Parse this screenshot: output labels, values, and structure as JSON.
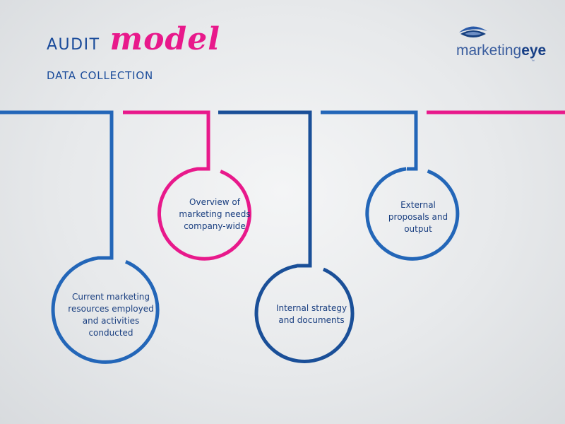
{
  "header": {
    "title_plain": "AUDIT",
    "title_script": "model",
    "subtitle": "DATA COLLECTION"
  },
  "logo": {
    "name_light": "marketing",
    "name_bold": "eye",
    "mark": "eye-leaf-icon"
  },
  "nodes": [
    {
      "id": "current",
      "label": "Current marketing resources employed and activities conducted",
      "color": "#2366b8"
    },
    {
      "id": "overview",
      "label": "Overview of marketing needs company-wide",
      "color": "#e8198b"
    },
    {
      "id": "internal",
      "label": "Internal strategy and documents",
      "color": "#1a4f98"
    },
    {
      "id": "external",
      "label": "External proposals and output",
      "color": "#2366b8"
    }
  ],
  "colors": {
    "blue": "#2366b8",
    "navy": "#1a4f98",
    "pink": "#e8198b",
    "text": "#1a3f80"
  }
}
